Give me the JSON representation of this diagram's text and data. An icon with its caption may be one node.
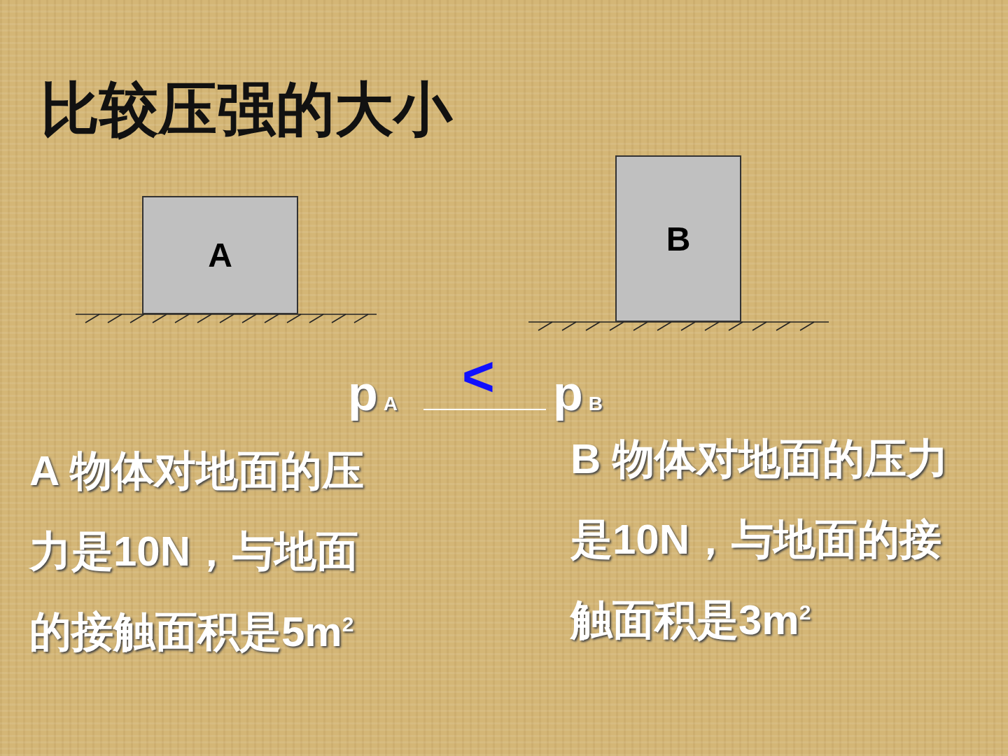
{
  "diagram": {
    "title": "比较压强的大小",
    "nodes": [
      {
        "text": [
          "A"
        ]
      },
      {
        "text": [
          "B"
        ]
      }
    ],
    "labels": [
      "p$_{A}$",
      "<",
      "p$_{B}$",
      "A 物体对地面的压力是**10N**，与地面的接触面积是**5m$^{2}$**",
      "B 物体对地面的压力是**10N**，与地面的接触面积是**3m$^{2}$**"
    ]
  }
}
